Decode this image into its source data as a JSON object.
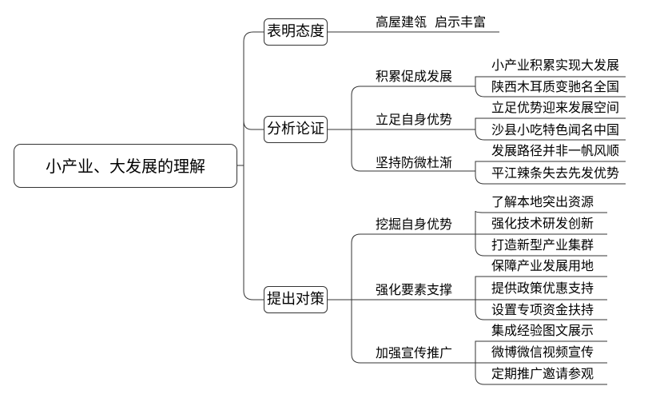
{
  "root": "小产业、大发展的理解",
  "branches": [
    {
      "label": "表明态度",
      "items": [
        "高屋建瓴  启示丰富"
      ]
    },
    {
      "label": "分析论证",
      "groups": [
        {
          "label": "积累促成发展",
          "items": [
            "小产业积累实现大发展",
            "陕西木耳质变驰名全国"
          ]
        },
        {
          "label": "立足自身优势",
          "items": [
            "立足优势迎来发展空间",
            "沙县小吃特色闻名中国"
          ]
        },
        {
          "label": "坚持防微杜渐",
          "items": [
            "发展路径并非一帆风顺",
            "平江辣条失去先发优势"
          ]
        }
      ]
    },
    {
      "label": "提出对策",
      "groups": [
        {
          "label": "挖掘自身优势",
          "items": [
            "了解本地突出资源",
            "强化技术研发创新",
            "打造新型产业集群"
          ]
        },
        {
          "label": "强化要素支撑",
          "items": [
            "保障产业发展用地",
            "提供政策优惠支持",
            "设置专项资金扶持"
          ]
        },
        {
          "label": "加强宣传推广",
          "items": [
            "集成经验图文展示",
            "微博微信视频宣传",
            "定期推广邀请参观"
          ]
        }
      ]
    }
  ]
}
